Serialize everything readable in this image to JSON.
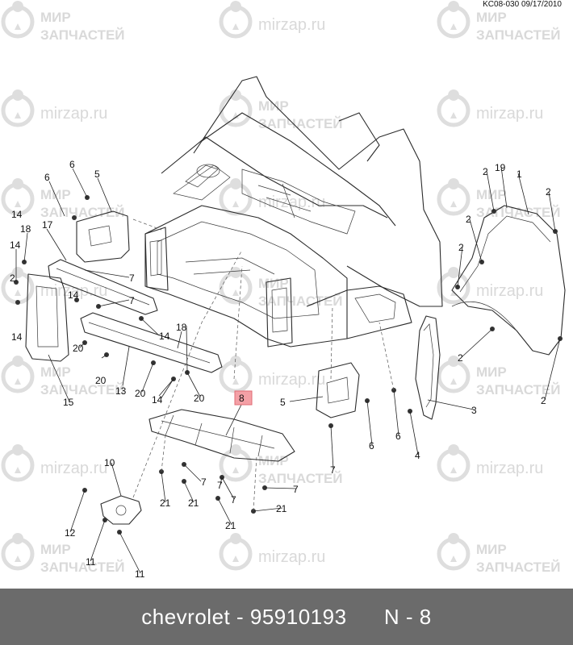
{
  "header": {
    "code": "KC08-030 09/17/2010"
  },
  "watermark": {
    "line1": "МИР",
    "line2": "ЗАПЧАСТЕЙ",
    "url": "mirzap.ru"
  },
  "callouts": {
    "c1": "6",
    "c2": "5",
    "c3": "6",
    "c4": "17",
    "c5": "18",
    "c6": "14",
    "c7": "7",
    "c8": "14",
    "c9": "7",
    "c10": "14",
    "c11": "14",
    "c12": "18",
    "c13": "20",
    "c14": "20",
    "c15": "13",
    "c16": "20",
    "c17": "14",
    "c18": "20",
    "c19": "15",
    "c20": "8",
    "c21": "5",
    "c22": "6",
    "c23": "6",
    "c24": "7",
    "c25": "4",
    "c26": "3",
    "c27": "2",
    "c28": "19",
    "c29": "1",
    "c30": "2",
    "c31": "2",
    "c32": "2",
    "c33": "2",
    "c34": "2",
    "c35": "2",
    "c36": "10",
    "c37": "12",
    "c38": "11",
    "c39": "11",
    "c40": "21",
    "c41": "21",
    "c42": "7",
    "c43": "7",
    "c44": "21",
    "c45": "7",
    "c46": "21",
    "c47": "7",
    "c48": "14"
  },
  "footer": {
    "brand": "chevrolet",
    "part_number": "95910193",
    "callout": "N - 8"
  }
}
